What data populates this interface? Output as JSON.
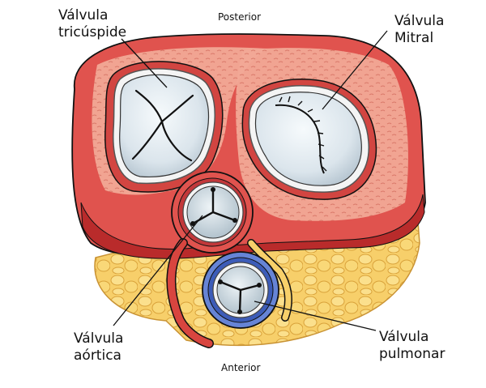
{
  "labels": {
    "tricuspid": "Válvula\ntricúspide",
    "mitral": "Válvula\nMitral",
    "aortic": "Válvula\naórtica",
    "pulmonary": "Válvula\npulmonar",
    "posterior": "Posterior",
    "anterior": "Anterior"
  },
  "colors": {
    "myocardium": "#e0534e",
    "myocardium_light": "#f08a80",
    "myocardium_dark": "#b92b2b",
    "annulus_tissue": "#f2a896",
    "fat": "#f7cf6a",
    "fat_dark": "#e3ac3a",
    "valve_leaflet": "#dfe8ee",
    "valve_ring": "#f4f4f4",
    "pulmonary_ring": "#5b7ad0",
    "outline": "#111111"
  }
}
